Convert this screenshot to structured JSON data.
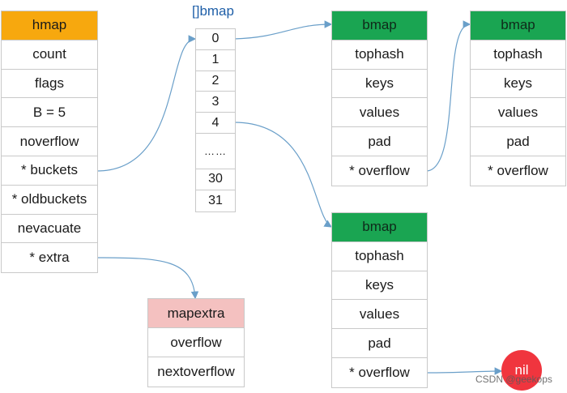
{
  "hmap": {
    "header": "hmap",
    "fields": [
      "count",
      "flags",
      "B = 5",
      "noverflow",
      "* buckets",
      "* oldbuckets",
      "nevacuate",
      "* extra"
    ]
  },
  "bucket_array": {
    "title": "[]bmap",
    "indices": [
      "0",
      "1",
      "2",
      "3",
      "4",
      "……",
      "30",
      "31"
    ]
  },
  "bmaps": [
    {
      "header": "bmap",
      "fields": [
        "tophash",
        "keys",
        "values",
        "pad",
        "* overflow"
      ]
    },
    {
      "header": "bmap",
      "fields": [
        "tophash",
        "keys",
        "values",
        "pad",
        "* overflow"
      ]
    },
    {
      "header": "bmap",
      "fields": [
        "tophash",
        "keys",
        "values",
        "pad",
        "* overflow"
      ]
    }
  ],
  "mapextra": {
    "header": "mapextra",
    "fields": [
      "overflow",
      "nextoverflow"
    ]
  },
  "nil_label": "nil",
  "watermark": "CSDN @geekops",
  "colors": {
    "hmap_header": "#f7a80e",
    "bmap_header": "#1aa552",
    "mapextra_header": "#f4c1c0",
    "nil": "#f0353e",
    "arrow": "#6a9fc9",
    "array_title": "#1f5fa8"
  }
}
